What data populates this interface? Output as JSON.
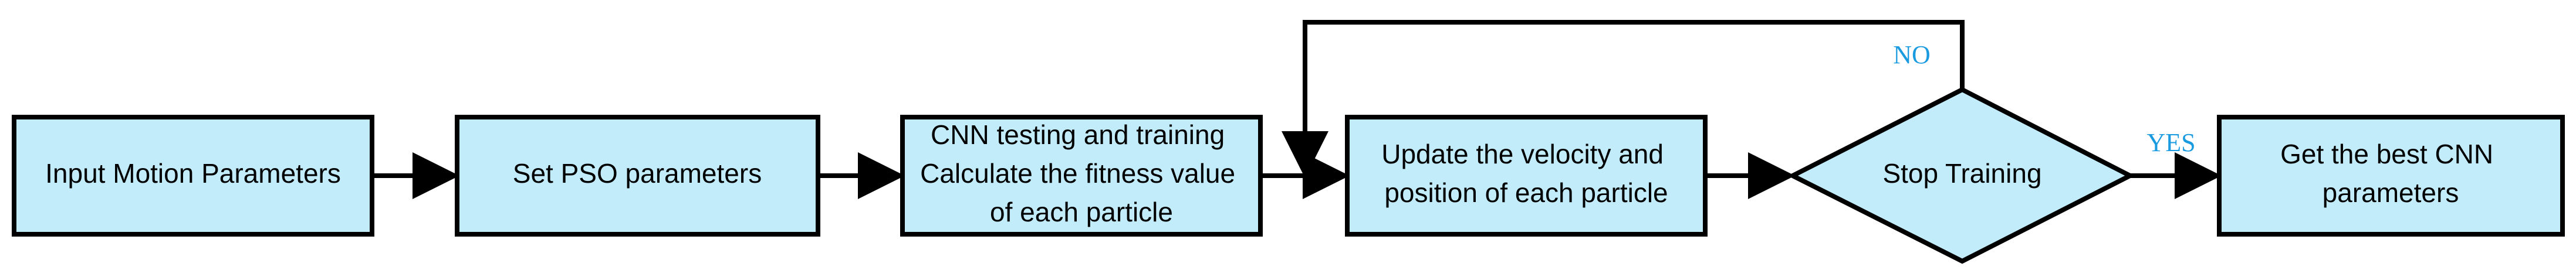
{
  "colors": {
    "node_fill": "#c3ecfb",
    "stroke": "#000000",
    "edge_label": "#1a9be0"
  },
  "nodes": {
    "input_motion": {
      "lines": [
        "Input Motion Parameters"
      ]
    },
    "set_pso": {
      "lines": [
        "Set PSO parameters"
      ]
    },
    "cnn_training": {
      "lines": [
        "CNN testing and training",
        "Calculate the fitness value",
        "of each particle"
      ]
    },
    "update_velocity": {
      "lines": [
        "Update the velocity and",
        "position of each particle"
      ]
    },
    "stop_training": {
      "lines": [
        "Stop Training"
      ]
    },
    "best_cnn": {
      "lines": [
        "Get the best CNN",
        "parameters"
      ]
    }
  },
  "edges": {
    "no_label": "NO",
    "yes_label": "YES"
  }
}
